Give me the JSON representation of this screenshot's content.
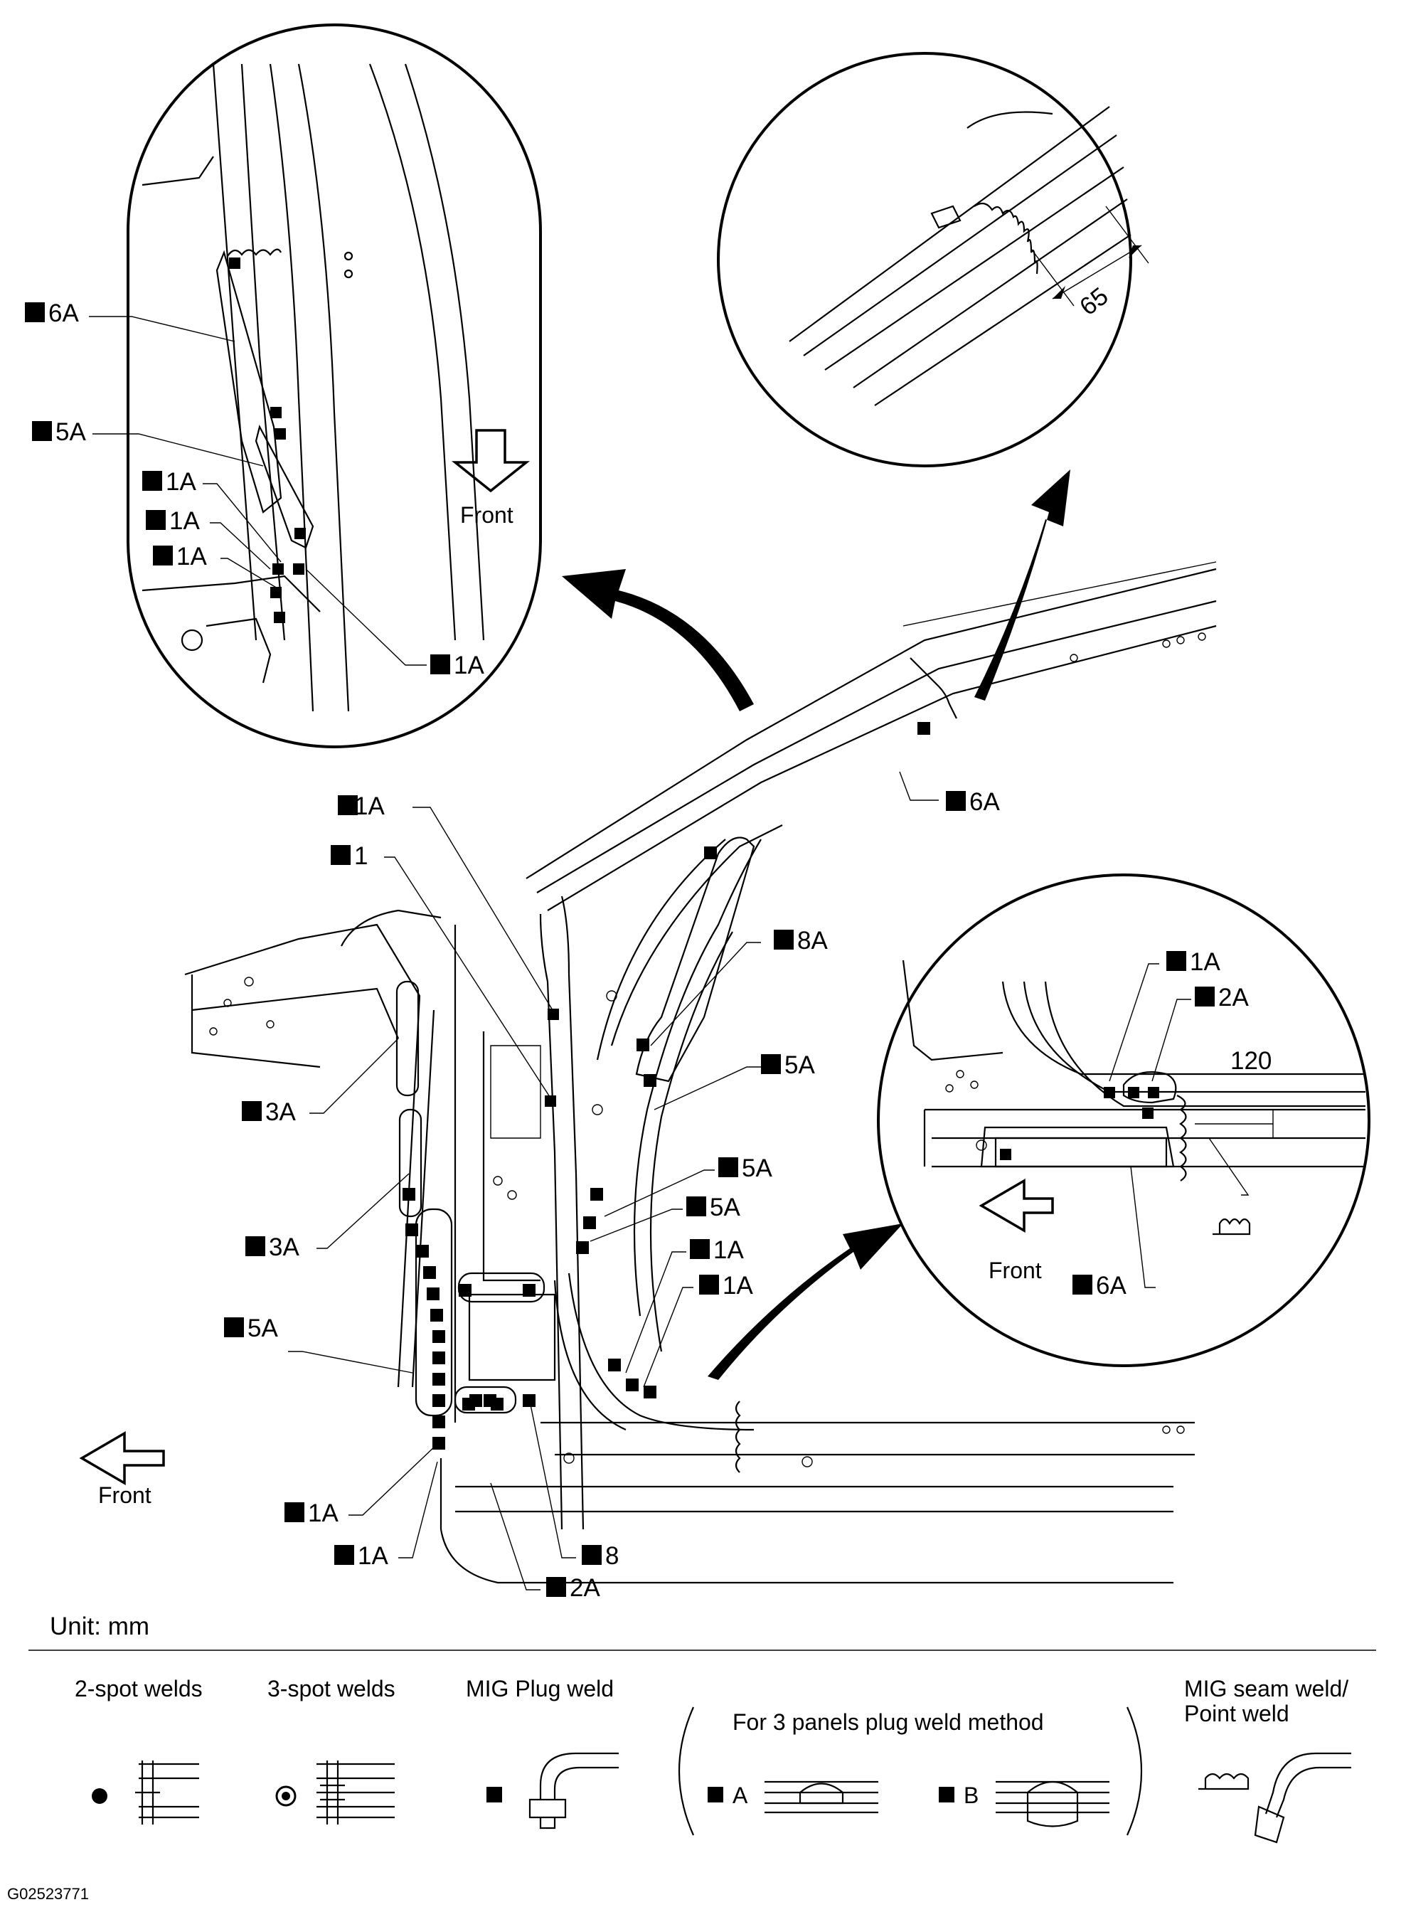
{
  "figure_id": "G02523771",
  "unit_label": "Unit: mm",
  "weld_codes": {
    "w1A": "1A",
    "w1": "1",
    "w2A": "2A",
    "w3A": "3A",
    "w5A": "5A",
    "w6A": "6A",
    "w8": "8",
    "w8A": "8A"
  },
  "direction_label": "Front",
  "dimensions": {
    "d65": "65",
    "d120": "120"
  },
  "legend": {
    "two_spot": "2-spot welds",
    "three_spot": "3-spot welds",
    "mig_plug": "MIG Plug weld",
    "three_panels": "For 3 panels plug weld method",
    "method_a": "A",
    "method_b": "B",
    "mig_seam_line1": "MIG seam weld/",
    "mig_seam_line2": "Point weld"
  }
}
